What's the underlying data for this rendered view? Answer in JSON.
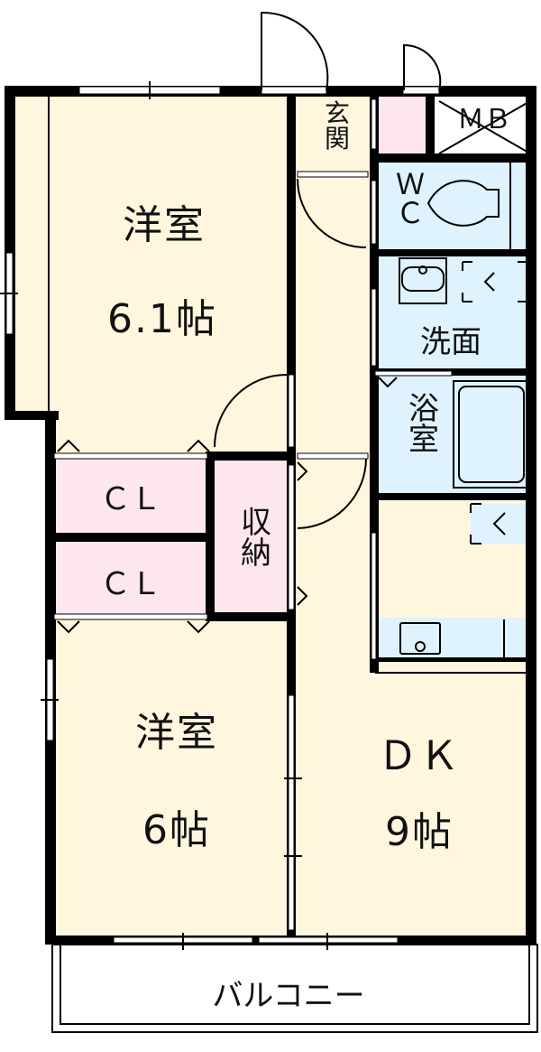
{
  "floorplan": {
    "colors": {
      "room_fill": "#fff6de",
      "closet_fill": "#fde6ee",
      "wet_fill": "#def3fd",
      "wall": "#000000",
      "background": "#ffffff"
    },
    "rooms": {
      "western_room_1": {
        "name": "洋室",
        "size": "6.1帖"
      },
      "western_room_2": {
        "name": "洋室",
        "size": "6帖"
      },
      "dk": {
        "name": "ＤＫ",
        "size": "9帖"
      },
      "entrance": {
        "line1": "玄",
        "line2": "関"
      },
      "meter_box": {
        "name": "ＭＢ"
      },
      "wc": {
        "line1": "Ｗ",
        "line2": "Ｃ"
      },
      "washroom": {
        "name": "洗面"
      },
      "bathroom": {
        "line1": "浴",
        "line2": "室"
      },
      "closet_1": {
        "name": "ＣＬ"
      },
      "closet_2": {
        "name": "ＣＬ"
      },
      "storage": {
        "line1": "収",
        "line2": "納"
      },
      "balcony": {
        "name": "バルコニー"
      }
    }
  }
}
